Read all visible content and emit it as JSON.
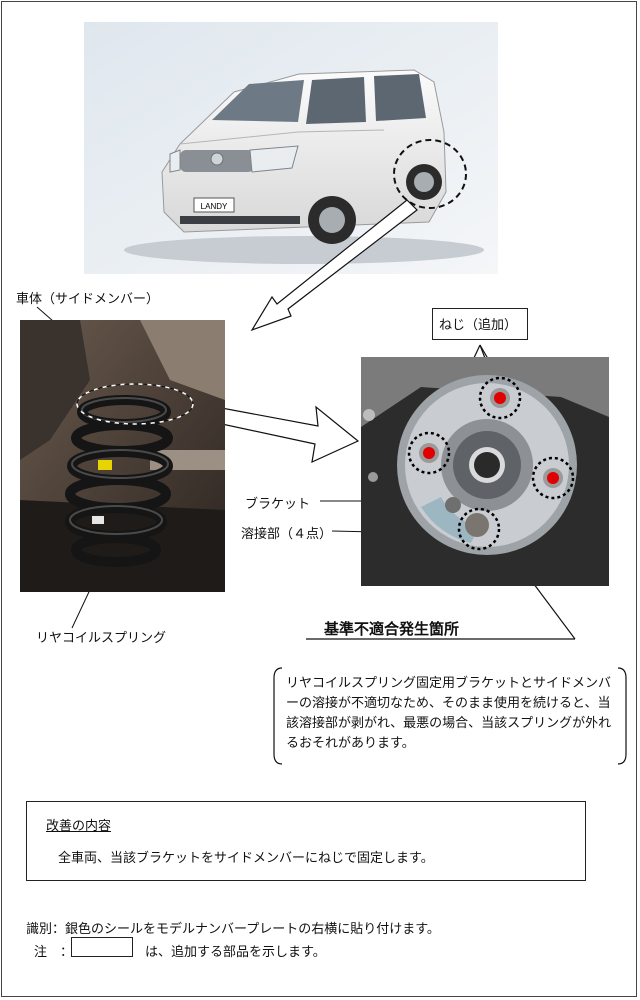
{
  "labels": {
    "body": "車体（サイドメンバー）",
    "screw": "ねじ（追加）",
    "bracket": "ブラケット",
    "weld": "溶接部（４点）",
    "spring": "リヤコイルスプリング",
    "defect_title": "基準不適合発生箇所",
    "car_badge": "LANDY"
  },
  "description": "リヤコイルスプリング固定用ブラケットとサイドメンバーの溶接が不適切なため、そのまま使用を続けると、当該溶接部が剥がれ、最悪の場合、当該スプリングが外れるおそれがあります。",
  "improvement": {
    "title": "改善の内容",
    "text": "全車両、当該ブラケットをサイドメンバーにねじで固定します。"
  },
  "identification": {
    "text": "識別：銀色のシールをモデルナンバープレートの右横に貼り付けます。",
    "note_prefix": "注　：",
    "note_suffix": "は、追加する部品を示します。"
  }
}
